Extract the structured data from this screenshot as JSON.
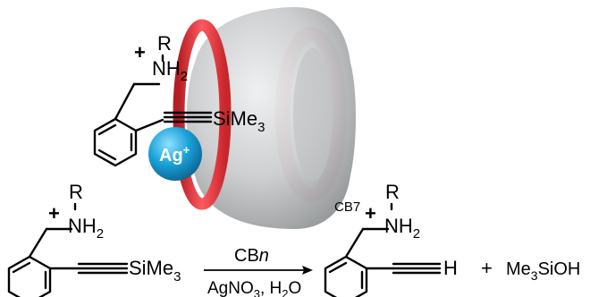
{
  "colors": {
    "host_shell": "#c9cbcd",
    "host_rim": "#e43a3f",
    "silver_ion": "#1aa2d9",
    "ink": "#000000"
  },
  "host": {
    "label": "CB7",
    "complex": {
      "r_group": "R",
      "charge": "+",
      "amine": "NH",
      "amine_sub": "2",
      "silyl": "SiMe",
      "silyl_sub": "3",
      "ion": "Ag",
      "ion_charge": "+"
    }
  },
  "reaction": {
    "reactant": {
      "r_group": "R",
      "charge": "+",
      "amine": "NH",
      "amine_sub": "2",
      "silyl": "SiMe",
      "silyl_sub": "3"
    },
    "reagent_top": "CB",
    "reagent_top_italic": "n",
    "reagent_bottom_a": "AgNO",
    "reagent_bottom_a_sub": "3",
    "reagent_bottom_b": ", H",
    "reagent_bottom_b_sub": "2",
    "reagent_bottom_c": "O",
    "product": {
      "r_group": "R",
      "charge": "+",
      "amine": "NH",
      "amine_sub": "2",
      "terminal_h": "H"
    },
    "plus": "+",
    "byproduct": "Me",
    "byproduct_sub": "3",
    "byproduct_rest": "SiOH"
  }
}
